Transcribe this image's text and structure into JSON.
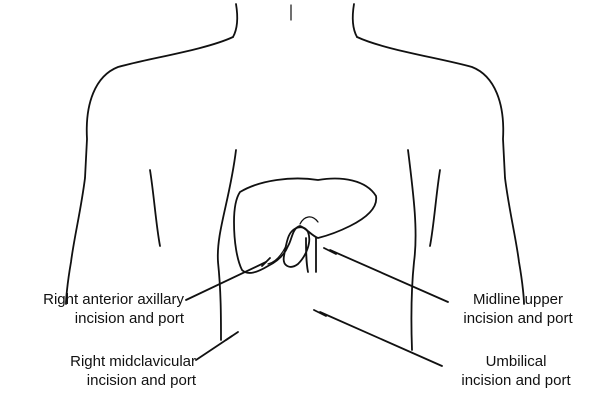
{
  "labels": {
    "right_anterior_axillary": {
      "line1": "Right anterior axillary",
      "line2": "incision and port"
    },
    "right_midclavicular": {
      "line1": "Right midclavicular",
      "line2": "incision and port"
    },
    "midline_upper": {
      "line1": "Midline upper",
      "line2": "incision and port"
    },
    "umbilical": {
      "line1": "Umbilical",
      "line2": "incision and port"
    }
  }
}
